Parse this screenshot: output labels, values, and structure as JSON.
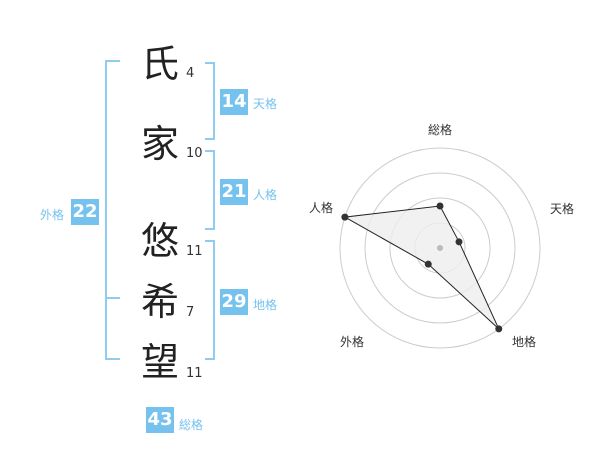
{
  "name": {
    "chars": [
      "氏",
      "家",
      "悠",
      "希",
      "望"
    ],
    "strokes": [
      "4",
      "10",
      "11",
      "7",
      "11"
    ]
  },
  "kakusu": {
    "ten": {
      "value": "14",
      "label": "天格"
    },
    "jin": {
      "value": "21",
      "label": "人格"
    },
    "chi": {
      "value": "29",
      "label": "地格"
    },
    "gai": {
      "value": "22",
      "label": "外格"
    },
    "sokaku": {
      "value": "43",
      "label": "総格"
    }
  },
  "chart_data": {
    "type": "radar",
    "axes": [
      "総格",
      "天格",
      "地格",
      "外格",
      "人格"
    ],
    "values": [
      0.42,
      0.2,
      1.0,
      0.2,
      1.0
    ],
    "max": 1,
    "rings": 4,
    "fill": "#eeeeee",
    "ring_color": "#cccccc",
    "line_color": "#222222"
  },
  "colors": {
    "accent": "#75c2ee",
    "bracket": "#8fcdf0"
  }
}
